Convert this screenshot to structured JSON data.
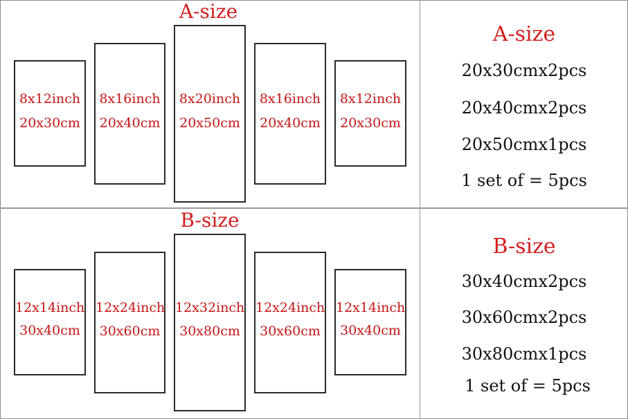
{
  "sections": [
    {
      "title": "A-size",
      "panels": [
        {
          "inch": "8x12inch",
          "cm": "20x30cm"
        },
        {
          "inch": "8x16inch",
          "cm": "20x40cm"
        },
        {
          "inch": "8x20inch",
          "cm": "20x50cm"
        },
        {
          "inch": "8x16inch",
          "cm": "20x40cm"
        },
        {
          "inch": "8x12inch",
          "cm": "20x30cm"
        }
      ],
      "info": {
        "title": "A-size",
        "lines": [
          "20x30cmx2pcs",
          "20x40cmx2pcs",
          "20x50cmx1pcs",
          "1 set of = 5pcs"
        ]
      }
    },
    {
      "title": "B-size",
      "panels": [
        {
          "inch": "12x14inch",
          "cm": "30x40cm"
        },
        {
          "inch": "12x24inch",
          "cm": "30x60cm"
        },
        {
          "inch": "12x32inch",
          "cm": "30x80cm"
        },
        {
          "inch": "12x24inch",
          "cm": "30x60cm"
        },
        {
          "inch": "12x14inch",
          "cm": "30x40cm"
        }
      ],
      "info": {
        "title": "B-size",
        "lines": [
          "30x40cmx2pcs",
          "30x60cmx2pcs",
          "30x80cmx1pcs",
          "1 set of = 5pcs"
        ]
      }
    }
  ]
}
